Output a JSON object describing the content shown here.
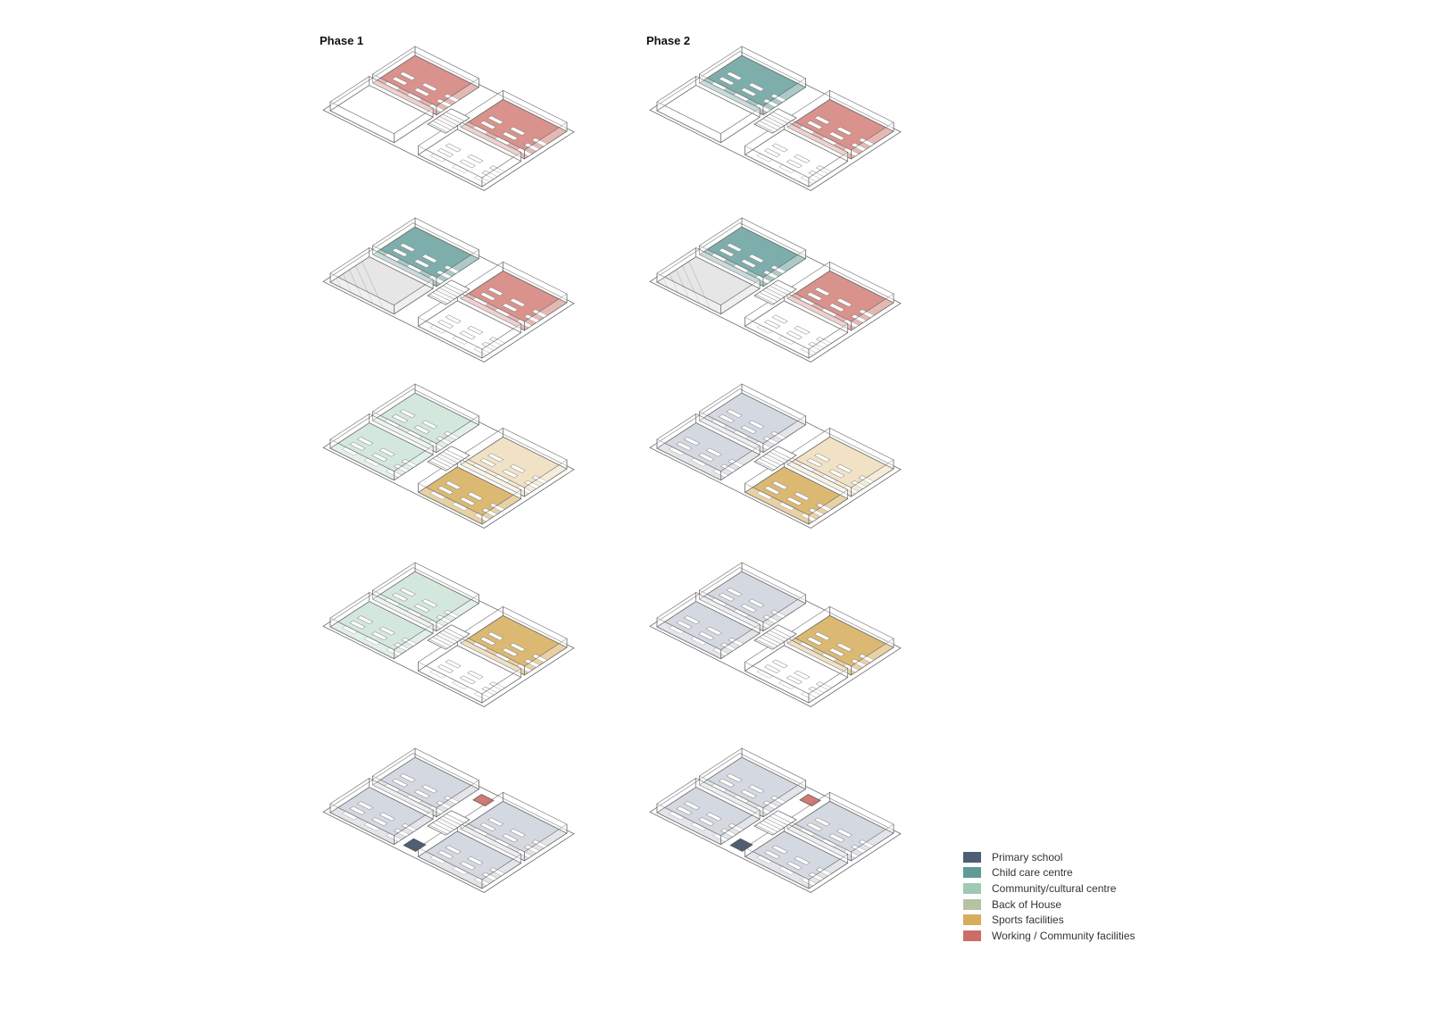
{
  "phases": [
    {
      "title": "Phase 1"
    },
    {
      "title": "Phase 2"
    }
  ],
  "legend": [
    {
      "label": "Primary school",
      "color": "#4e5f74"
    },
    {
      "label": "Child care centre",
      "color": "#5e9a96"
    },
    {
      "label": "Community/cultural centre",
      "color": "#9fc9b3"
    },
    {
      "label": "Back of House",
      "color": "#b6c3a3"
    },
    {
      "label": "Sports facilities",
      "color": "#d6ad5a"
    },
    {
      "label": "Working / Community facilities",
      "color": "#cc6d66"
    }
  ],
  "plans": {
    "phase1": [
      {
        "ul": "work",
        "ur": "work",
        "ll": "none",
        "lr": "boh",
        "court": "void",
        "annex": "none"
      },
      {
        "ul": "child",
        "ur": "work",
        "ll": "stone",
        "lr": "boh",
        "court": "void",
        "annex": "none"
      },
      {
        "ul": "comm",
        "ur": "sportL",
        "ll": "comm",
        "lr": "sport",
        "court": "void",
        "annex": "none"
      },
      {
        "ul": "comm",
        "ur": "sport",
        "ll": "comm",
        "lr": "boh",
        "court": "void",
        "annex": "none"
      },
      {
        "ul": "school",
        "ur": "school",
        "ll": "school",
        "lr": "school",
        "court": "void",
        "annex": "entry"
      }
    ],
    "phase2": [
      {
        "ul": "child",
        "ur": "work",
        "ll": "none",
        "lr": "boh",
        "court": "void",
        "annex": "none"
      },
      {
        "ul": "child",
        "ur": "work",
        "ll": "stone",
        "lr": "boh",
        "court": "void",
        "annex": "none"
      },
      {
        "ul": "school",
        "ur": "sportL",
        "ll": "school",
        "lr": "sport",
        "court": "void",
        "annex": "none"
      },
      {
        "ul": "school",
        "ur": "sport",
        "ll": "school",
        "lr": "boh",
        "court": "void",
        "annex": "none"
      },
      {
        "ul": "school",
        "ur": "school",
        "ll": "school",
        "lr": "school",
        "court": "void",
        "annex": "entry"
      }
    ]
  }
}
